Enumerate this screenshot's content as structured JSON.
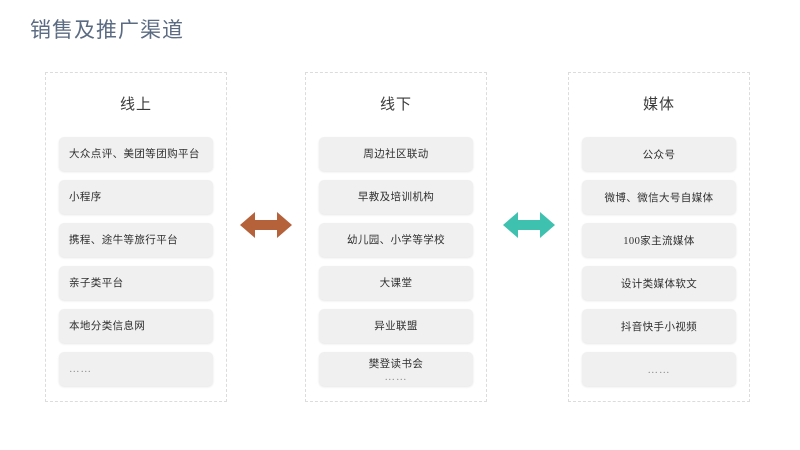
{
  "slide": {
    "title": "销售及推广渠道",
    "title_color": "#5b6b82",
    "background": "#ffffff"
  },
  "columns": [
    {
      "id": "online",
      "header": "线上",
      "align": "left",
      "items": [
        {
          "label": "大众点评、美团等团购平台"
        },
        {
          "label": "小程序"
        },
        {
          "label": "携程、途牛等旅行平台"
        },
        {
          "label": "亲子类平台"
        },
        {
          "label": "本地分类信息网"
        },
        {
          "label": "……",
          "muted": true
        }
      ]
    },
    {
      "id": "offline",
      "header": "线下",
      "align": "center",
      "items": [
        {
          "label": "周边社区联动"
        },
        {
          "label": "早教及培训机构"
        },
        {
          "label": "幼儿园、小学等学校"
        },
        {
          "label": "大课堂"
        },
        {
          "label": "异业联盟"
        },
        {
          "label": "樊登读书会",
          "sublabel": "……"
        }
      ]
    },
    {
      "id": "media",
      "header": "媒体",
      "align": "center",
      "items": [
        {
          "label": "公众号"
        },
        {
          "label": "微博、微信大号自媒体"
        },
        {
          "label": "100家主流媒体"
        },
        {
          "label": "设计类媒体软文"
        },
        {
          "label": "抖音快手小视频"
        },
        {
          "label": "……",
          "muted": true
        }
      ]
    }
  ],
  "connectors": [
    {
      "id": "online-offline",
      "icon": "double-arrow-horizontal-icon",
      "color": "#b5613a"
    },
    {
      "id": "offline-media",
      "icon": "double-arrow-horizontal-icon",
      "color": "#3fc1b0"
    }
  ]
}
